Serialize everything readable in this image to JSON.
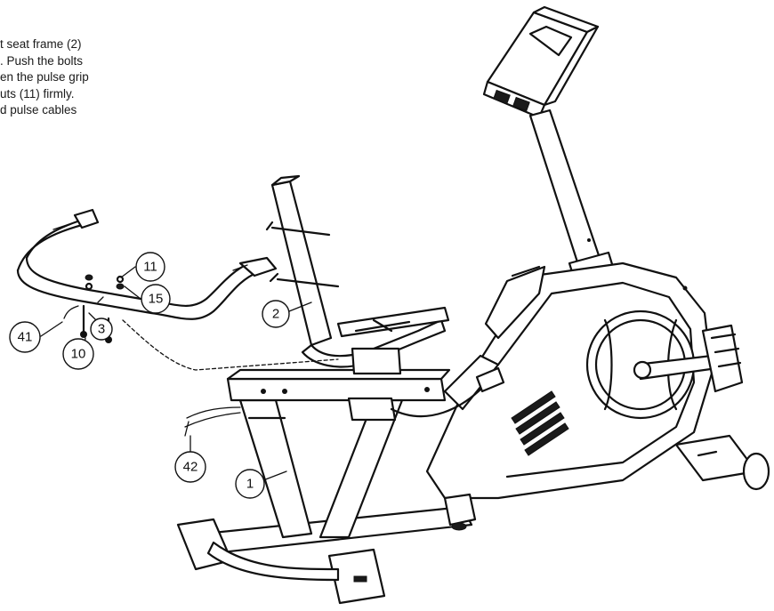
{
  "instructions": [
    "t seat frame (2)",
    ". Push the  bolts",
    "en the pulse grip",
    "uts (11) firmly.",
    "d pulse cables"
  ],
  "callouts": [
    {
      "id": "1",
      "label": "1"
    },
    {
      "id": "2",
      "label": "2"
    },
    {
      "id": "3",
      "label": "3"
    },
    {
      "id": "10",
      "label": "10"
    },
    {
      "id": "11",
      "label": "11"
    },
    {
      "id": "15",
      "label": "15"
    },
    {
      "id": "41",
      "label": "41"
    },
    {
      "id": "42",
      "label": "42"
    }
  ]
}
